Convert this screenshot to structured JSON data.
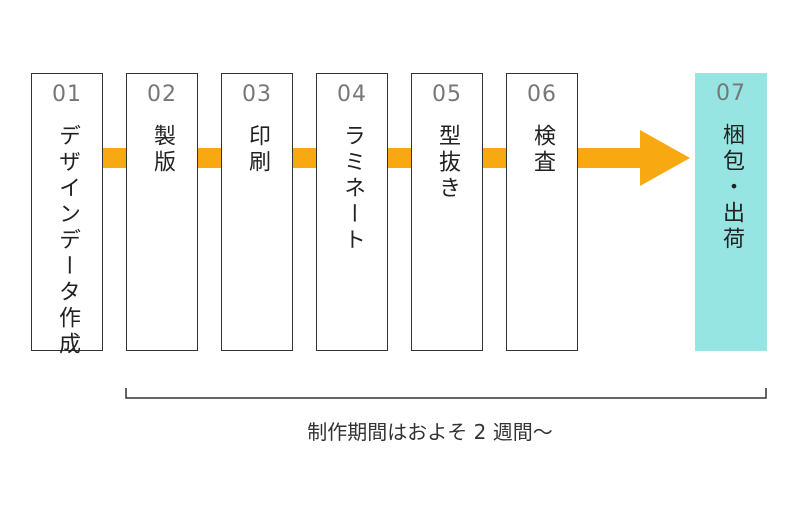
{
  "colors": {
    "arrow": "#F8A912",
    "final_step_fill": "#97E5E2",
    "border": "#333333",
    "number_text": "#777777",
    "label_text": "#222222"
  },
  "steps": [
    {
      "number": "01",
      "label": "デザインデータ作成"
    },
    {
      "number": "02",
      "label": "製版"
    },
    {
      "number": "03",
      "label": "印刷"
    },
    {
      "number": "04",
      "label": "ラミネート"
    },
    {
      "number": "05",
      "label": "型抜き"
    },
    {
      "number": "06",
      "label": "検査"
    },
    {
      "number": "07",
      "label": "梱包・出荷"
    }
  ],
  "caption": "制作期間はおよそ 2 週間〜"
}
